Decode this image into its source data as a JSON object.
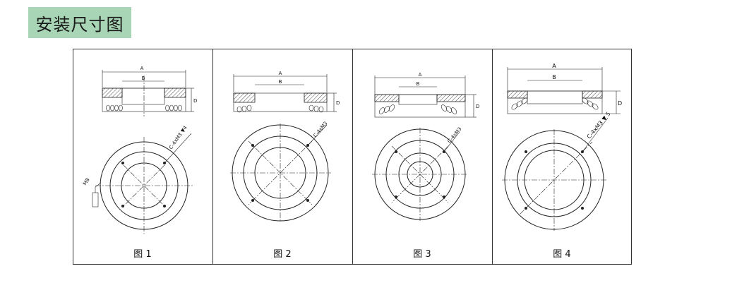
{
  "header": {
    "title": "安装尺寸图"
  },
  "panels": [
    {
      "caption": "图 1",
      "dim_a": "A",
      "dim_b": "B",
      "dim_d": "D",
      "hole_label": "C-4xM3 ▼4",
      "side_label": "M8"
    },
    {
      "caption": "图 2",
      "dim_a": "A",
      "dim_b": "B",
      "dim_d": "D",
      "hole_label": "C-4xM3"
    },
    {
      "caption": "图 3",
      "dim_a": "A",
      "dim_b": "B",
      "dim_d": "D",
      "hole_label": "C-4xM3"
    },
    {
      "caption": "图 4",
      "dim_a": "A",
      "dim_b": "B",
      "dim_d": "D",
      "hole_label": "C-4xM3 ▼ 5"
    }
  ]
}
